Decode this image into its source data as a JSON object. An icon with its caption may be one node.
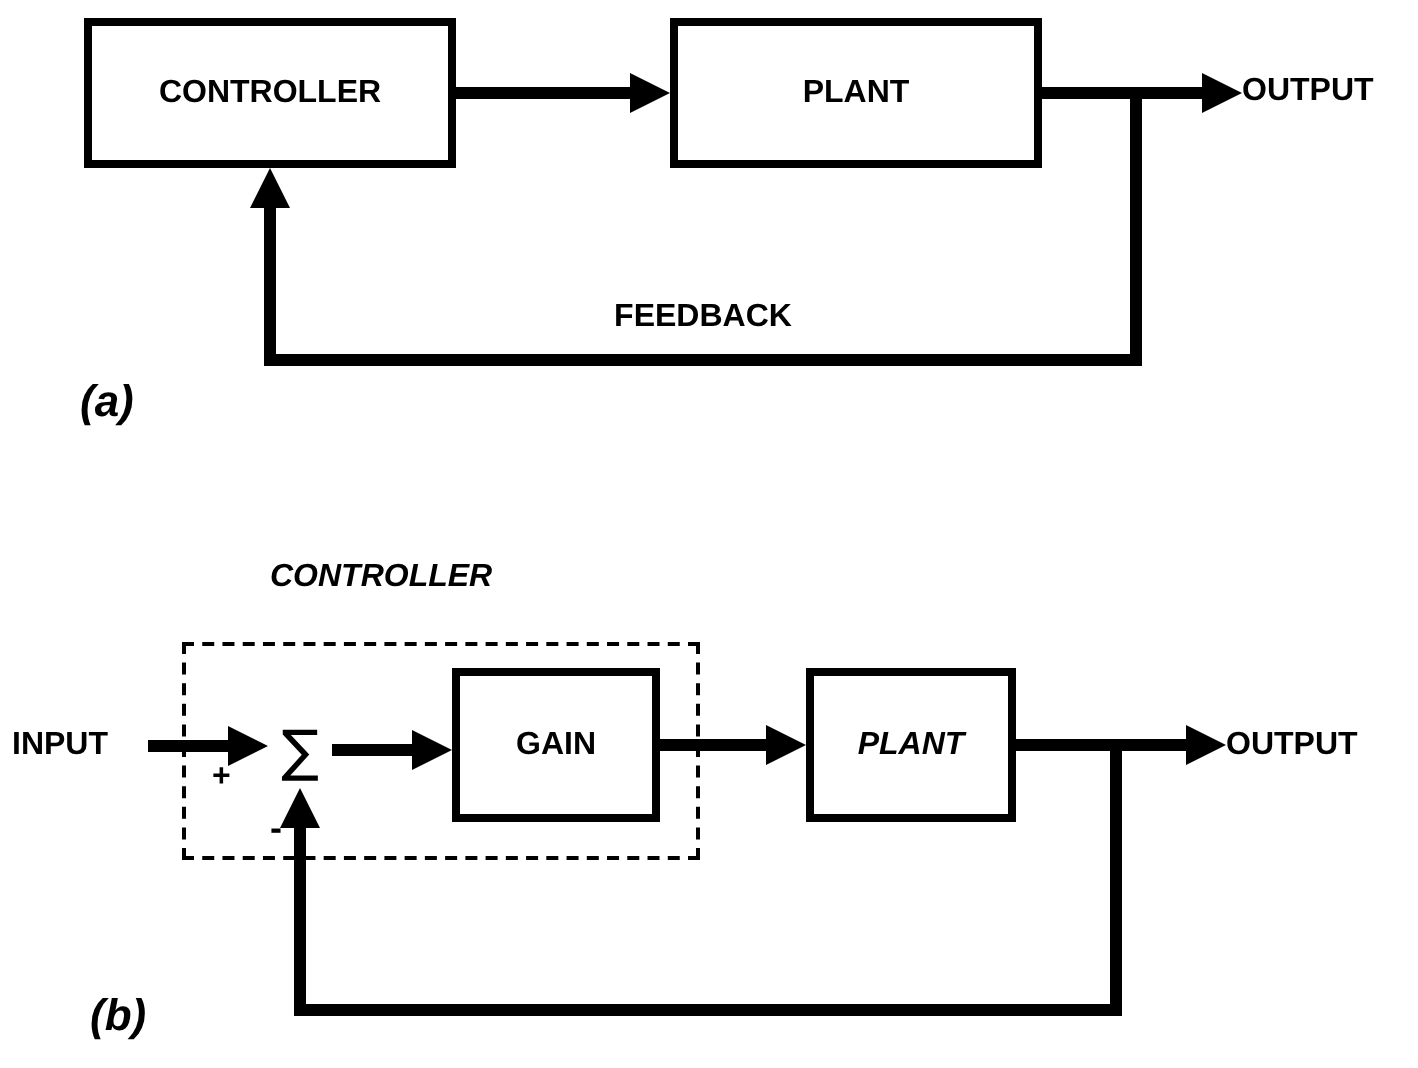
{
  "diagram": {
    "nodes": [
      {
        "text": [
          "CONTROLLER"
        ]
      },
      {
        "text": [
          "PLANT"
        ]
      },
      {
        "text": [
          "OUTPUT"
        ]
      },
      {
        "text": [
          "CONTROLLER"
        ]
      },
      {
        "text": [
          "INPUT"
        ]
      },
      {
        "text": [
          "∑"
        ],
        "in": 3
      },
      {
        "text": [
          "GAIN"
        ],
        "in": 3
      },
      {
        "text": [
          "PLANT"
        ]
      },
      {
        "text": [
          "OUTPUT"
        ]
      }
    ],
    "edges": [
      {
        "from": 0,
        "to": 1,
        "arrow": "to"
      },
      {
        "from": 1,
        "to": 2,
        "arrow": "to"
      },
      {
        "from": 1,
        "to": 0,
        "arrow": "to",
        "label": "FEEDBACK"
      },
      {
        "from": 4,
        "to": 5,
        "arrow": "to"
      },
      {
        "from": 5,
        "to": 6,
        "arrow": "to"
      },
      {
        "from": 6,
        "to": 7,
        "arrow": "to"
      },
      {
        "from": 7,
        "to": 8,
        "arrow": "to"
      },
      {
        "from": 7,
        "to": 5,
        "arrow": "to"
      }
    ],
    "labels": [
      "(a)",
      "+",
      "-",
      "(b)"
    ]
  }
}
